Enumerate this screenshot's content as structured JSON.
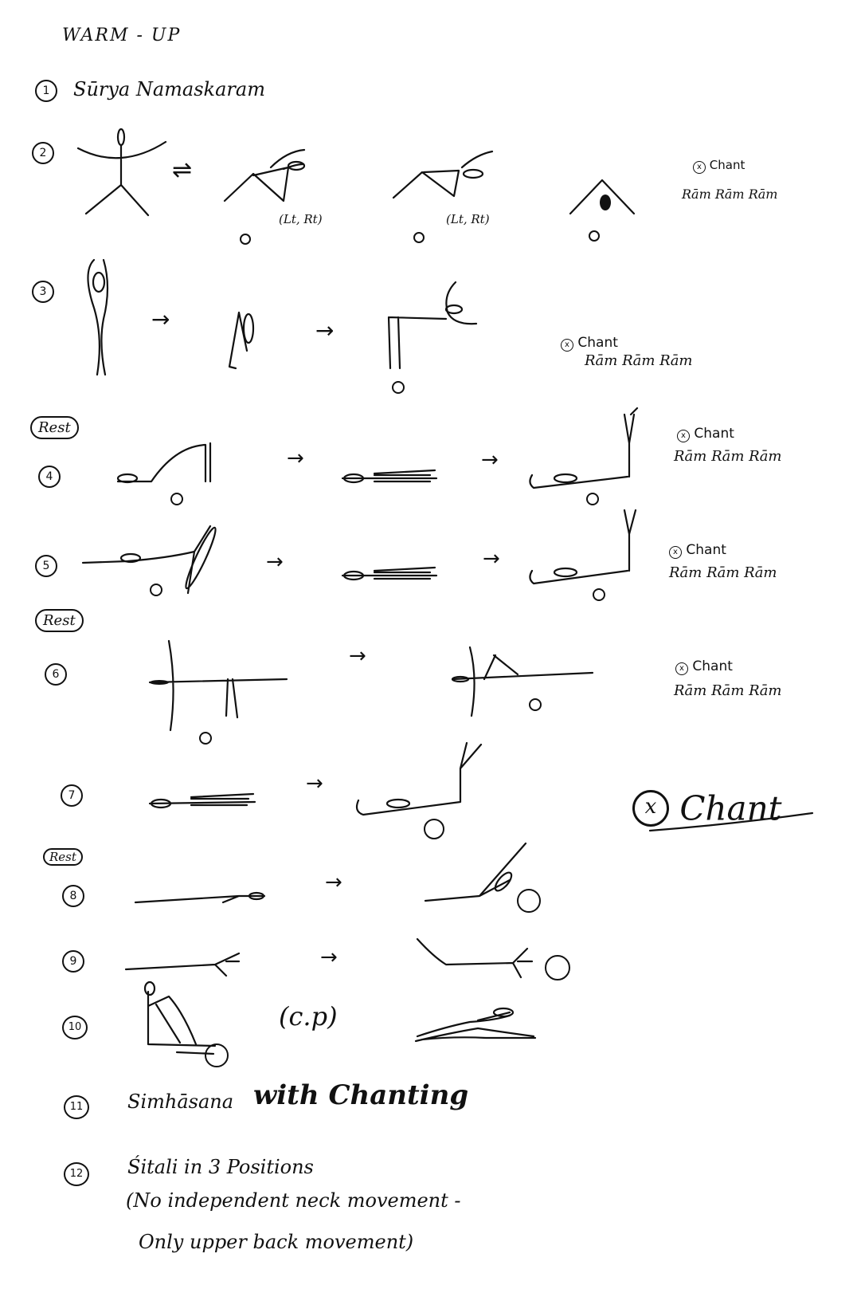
{
  "title": "WARM - UP",
  "items": [
    {
      "num": "1",
      "text": "Sūrya Namaskaram"
    },
    {
      "num": "2"
    },
    {
      "num": "3"
    },
    {
      "num": "4"
    },
    {
      "num": "5"
    },
    {
      "num": "6"
    },
    {
      "num": "7"
    },
    {
      "num": "8"
    },
    {
      "num": "9"
    },
    {
      "num": "10"
    },
    {
      "num": "11",
      "text": "Simhāsana",
      "emphasis": "with Chanting"
    },
    {
      "num": "12",
      "text": "Śitali in 3 Positions",
      "note1": "(No independent neck movement -",
      "note2": "Only upper back movement)"
    }
  ],
  "rest_label": "Rest",
  "chant_label": "Chant",
  "ram_chant": "Rām Rām Rām",
  "side_label": "(Lt, Rt)",
  "cp_label": "(c.p)",
  "x_mark": "x",
  "small_mark": "x",
  "arrow": "→",
  "alternate_arrow": "⇌",
  "x_chant": "Chant"
}
